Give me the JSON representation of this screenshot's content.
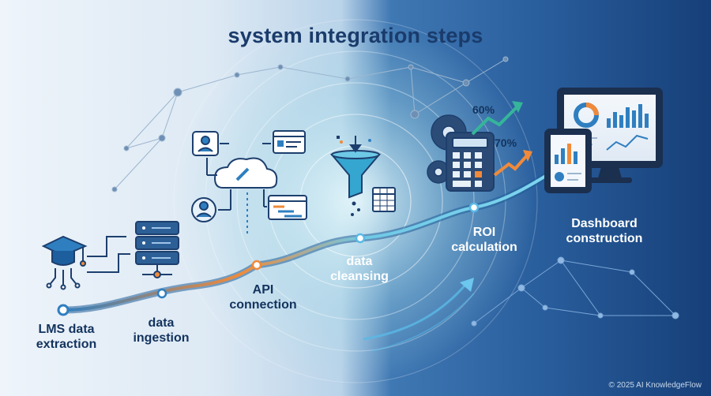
{
  "title": "system integration steps",
  "steps": [
    {
      "label_line1": "LMS data",
      "label_line2": "extraction"
    },
    {
      "label_line1": "data",
      "label_line2": "ingestion"
    },
    {
      "label_line1": "API",
      "label_line2": "connection"
    },
    {
      "label_line1": "data",
      "label_line2": "cleansing"
    },
    {
      "label_line1": "ROI",
      "label_line2": "calculation"
    },
    {
      "label_line1": "Dashboard",
      "label_line2": "construction"
    }
  ],
  "roi_percentages": [
    "60%",
    "70%"
  ],
  "copyright": "© 2025 AI KnowledgeFlow",
  "icons": [
    "graduation-cap-icon",
    "server-rack-icon",
    "cloud-link-icon",
    "user-icon",
    "browser-window-icon",
    "funnel-icon",
    "calculator-icon",
    "gear-icon",
    "trend-arrow-icon",
    "monitor-icon",
    "tablet-icon"
  ],
  "colors": {
    "title": "#1a3b6b",
    "accent_orange": "#f08a3a",
    "path_blue": "#4aa3d8",
    "dark_navy": "#163f78"
  }
}
